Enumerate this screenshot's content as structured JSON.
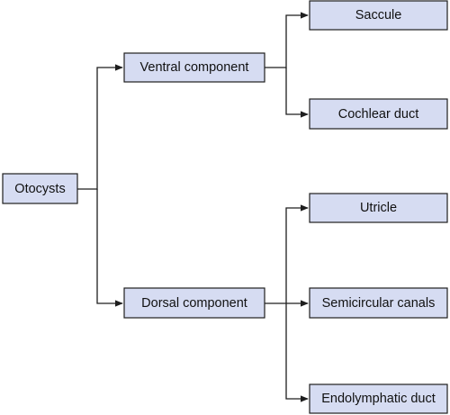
{
  "nodes": {
    "otocysts": "Otocysts",
    "ventral": "Ventral component",
    "dorsal": "Dorsal component",
    "saccule": "Saccule",
    "cochlear": "Cochlear duct",
    "utricle": "Utricle",
    "semicircular": "Semicircular canals",
    "endolymphatic": "Endolymphatic duct"
  },
  "edges": [
    [
      "otocysts",
      "ventral"
    ],
    [
      "otocysts",
      "dorsal"
    ],
    [
      "ventral",
      "saccule"
    ],
    [
      "ventral",
      "cochlear"
    ],
    [
      "dorsal",
      "utricle"
    ],
    [
      "dorsal",
      "semicircular"
    ],
    [
      "dorsal",
      "endolymphatic"
    ]
  ],
  "colors": {
    "box_fill": "#d6dcf2",
    "box_stroke": "#1e1e1e",
    "line": "#1e1e1e",
    "text": "#111111"
  }
}
